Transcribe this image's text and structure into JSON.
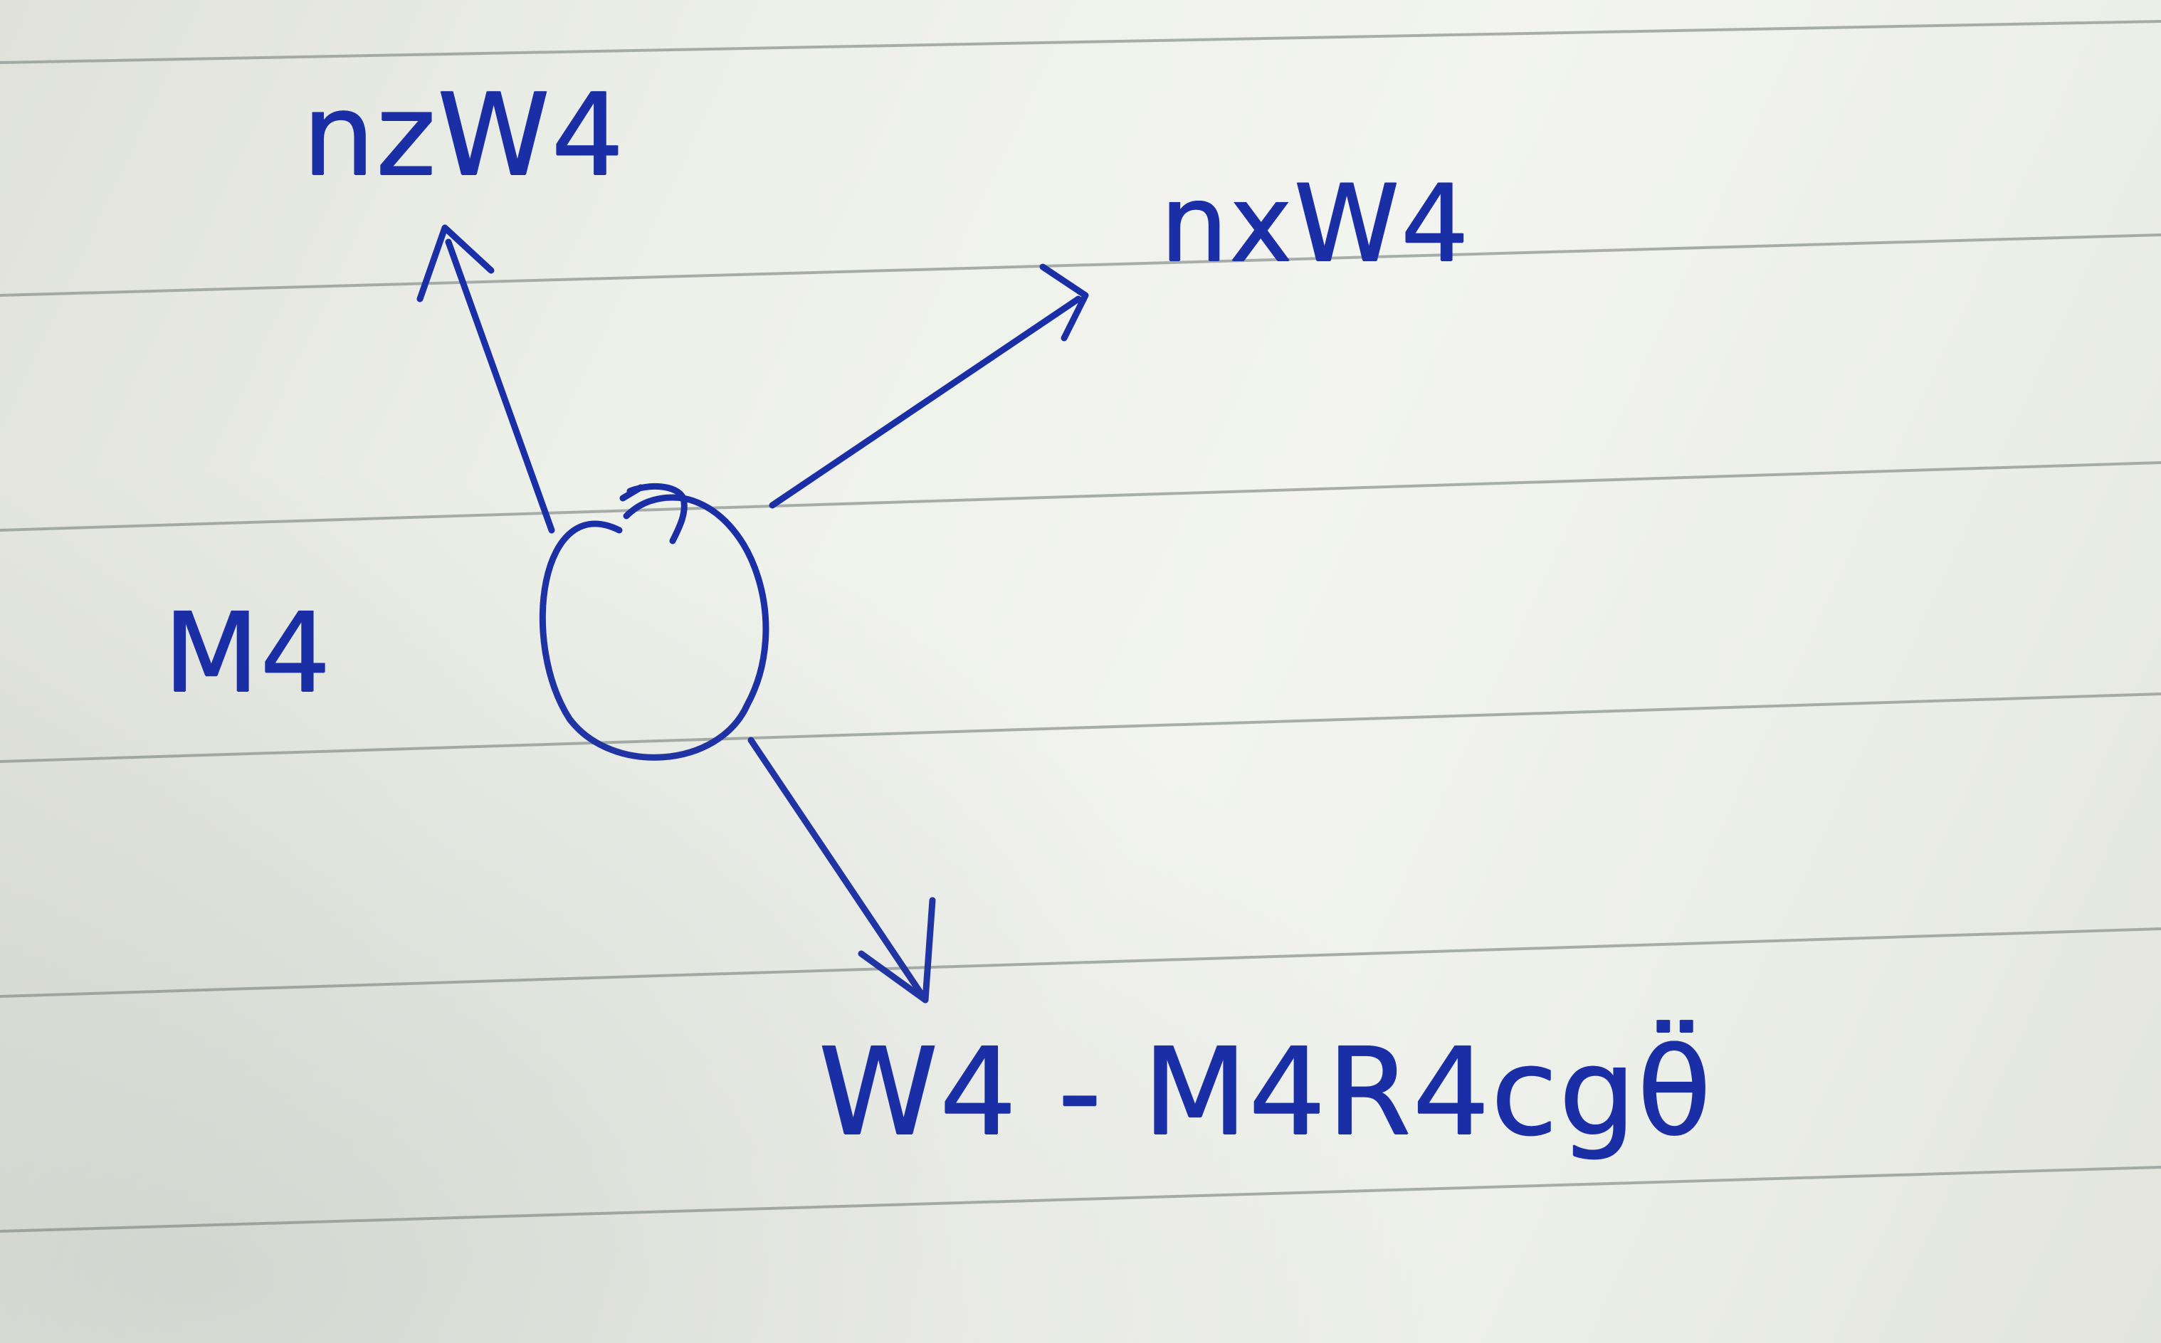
{
  "labels": {
    "top_left_force": "nzW4",
    "top_right_force": "nxW4",
    "moment": "M4",
    "bottom_force": "W4 - M4R4cgθ̈"
  },
  "colors": {
    "ink": "#1a2fa6",
    "paper": "#f0f1ec",
    "rule_line": "#8e9692"
  },
  "icons": {
    "body": "circle",
    "rotation": "curved-arrow",
    "forces": "straight-arrows"
  }
}
